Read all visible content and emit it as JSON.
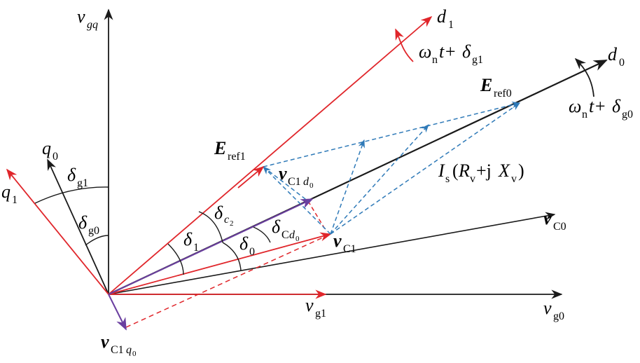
{
  "colors": {
    "black": "#1a1a1a",
    "red": "#e0262b",
    "purple": "#6b3fa0",
    "blue": "#2f7ab8"
  },
  "labels": {
    "vgq": {
      "main": "v",
      "sub": "gq"
    },
    "d1": {
      "main": "d",
      "sub": "1"
    },
    "d0": {
      "main": "d",
      "sub": "0"
    },
    "q0": {
      "main": "q",
      "sub": "0"
    },
    "q1": {
      "main": "q",
      "sub": "1"
    },
    "omega_g1": {
      "omega": "ω",
      "n": "n",
      "t": "t+",
      "delta": "δ",
      "sub": "g1"
    },
    "omega_g0": {
      "omega": "ω",
      "n": "n",
      "t": "t+",
      "delta": "δ",
      "sub": "g0"
    },
    "Eref0": {
      "main": "E",
      "sub": "ref0"
    },
    "Eref1": {
      "main": "E",
      "sub": "ref1"
    },
    "vC1d0": {
      "main": "v",
      "sub": "C1",
      "subsub": "d",
      "subsubsub": "0"
    },
    "Is": {
      "I": "I",
      "s": "s",
      "paren": "(",
      "R": "R",
      "v1": "v",
      "plus": "+j",
      "X": "X",
      "v2": "v",
      "close": ")"
    },
    "vC0": {
      "main": "v",
      "sub": "C0"
    },
    "vC1": {
      "main": "v",
      "sub": "C1"
    },
    "vg1": {
      "main": "v",
      "sub": "g1"
    },
    "vg0": {
      "main": "v",
      "sub": "g0"
    },
    "vC1q0": {
      "main": "v",
      "sub": "C1",
      "subsub": "q",
      "subsubsub": "0"
    },
    "delta_g1": {
      "main": "δ",
      "sub": "g1"
    },
    "delta_g0": {
      "main": "δ",
      "sub": "g0"
    },
    "delta_1": {
      "main": "δ",
      "sub": "1"
    },
    "delta_0": {
      "main": "δ",
      "sub": "0"
    },
    "delta_c2": {
      "main": "δ",
      "sub": "c",
      "subsub": "2"
    },
    "delta_Cd0": {
      "main": "δ",
      "sub": "C",
      "subsub": "d",
      "subsubsub": "0"
    }
  }
}
